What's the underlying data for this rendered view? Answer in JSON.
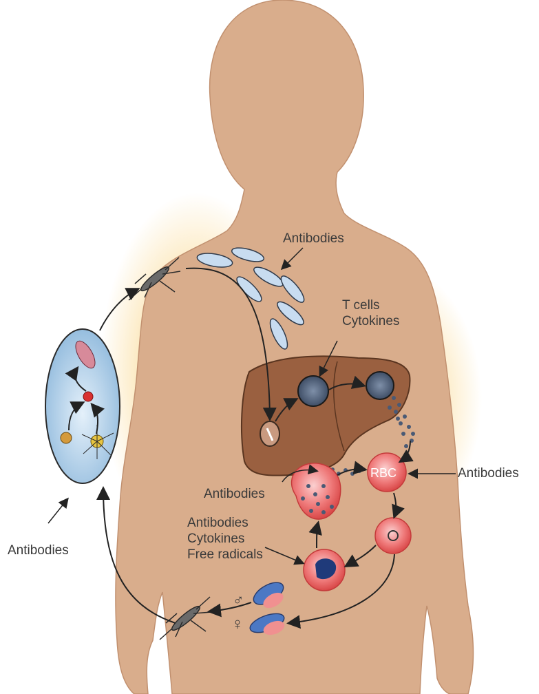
{
  "labels": {
    "antibodies_top": "Antibodies",
    "tcells_cytokines": "T cells\nCytokines",
    "antibodies_right": "Antibodies",
    "antibodies_mid": "Antibodies",
    "rbc": "RBC",
    "antibodies_cytokines_radicals": "Antibodies\nCytokines\nFree radicals",
    "antibodies_left": "Antibodies",
    "male_symbol": "♂",
    "female_symbol": "♀"
  },
  "colors": {
    "body_skin": "#d9ad8c",
    "liver": "#9a6040",
    "rbc": "#e85a5a",
    "mosquito_stage_oval": "#b9d4ea",
    "glow": "#f7c55c"
  }
}
